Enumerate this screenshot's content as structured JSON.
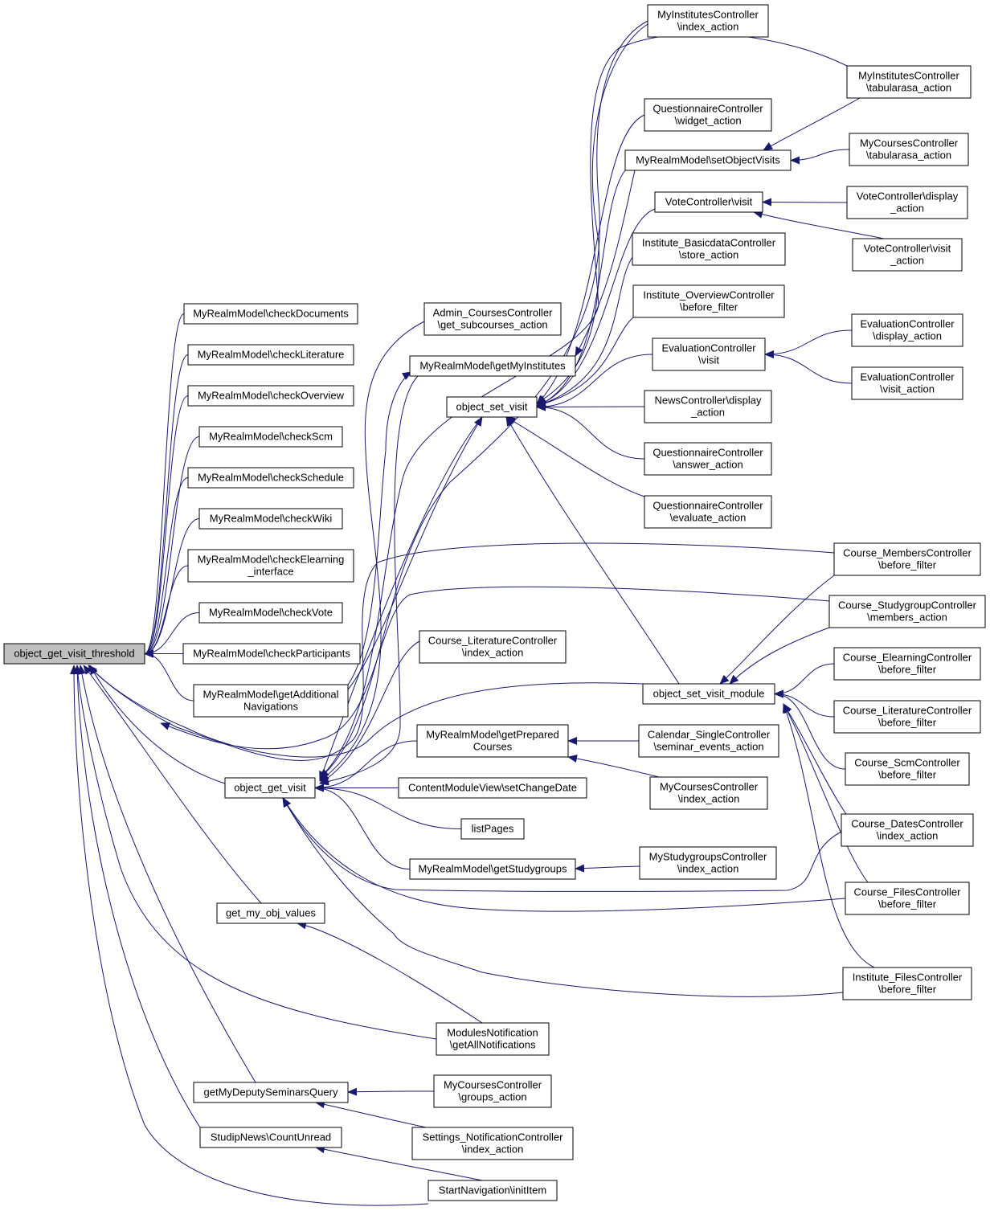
{
  "root": "n0",
  "nodes": [
    {
      "id": "n0",
      "lines": [
        "object_get_visit_threshold"
      ]
    },
    {
      "id": "n1",
      "lines": [
        "MyRealmModel\\checkDocuments"
      ]
    },
    {
      "id": "n2",
      "lines": [
        "MyRealmModel\\checkLiterature"
      ]
    },
    {
      "id": "n3",
      "lines": [
        "MyRealmModel\\checkOverview"
      ]
    },
    {
      "id": "n4",
      "lines": [
        "MyRealmModel\\checkScm"
      ]
    },
    {
      "id": "n5",
      "lines": [
        "MyRealmModel\\checkSchedule"
      ]
    },
    {
      "id": "n6",
      "lines": [
        "MyRealmModel\\checkWiki"
      ]
    },
    {
      "id": "n7",
      "lines": [
        "MyRealmModel\\checkElearning",
        "_interface"
      ]
    },
    {
      "id": "n8",
      "lines": [
        "MyRealmModel\\checkVote"
      ]
    },
    {
      "id": "n9",
      "lines": [
        "MyRealmModel\\checkParticipants"
      ]
    },
    {
      "id": "n10",
      "lines": [
        "MyRealmModel\\getAdditional",
        "Navigations"
      ]
    },
    {
      "id": "n11",
      "lines": [
        "object_get_visit"
      ]
    },
    {
      "id": "n12",
      "lines": [
        "get_my_obj_values"
      ]
    },
    {
      "id": "n13",
      "lines": [
        "getMyDeputySeminarsQuery"
      ]
    },
    {
      "id": "n14",
      "lines": [
        "StudipNews\\CountUnread"
      ]
    },
    {
      "id": "n15",
      "lines": [
        "Admin_CoursesController",
        "\\get_subcourses_action"
      ]
    },
    {
      "id": "n16",
      "lines": [
        "MyRealmModel\\getMyInstitutes"
      ]
    },
    {
      "id": "n17",
      "lines": [
        "object_set_visit"
      ]
    },
    {
      "id": "n18",
      "lines": [
        "Course_LiteratureController",
        "\\index_action"
      ]
    },
    {
      "id": "n19",
      "lines": [
        "MyRealmModel\\getPrepared",
        "Courses"
      ]
    },
    {
      "id": "n20",
      "lines": [
        "ContentModuleView\\setChangeDate"
      ]
    },
    {
      "id": "n21",
      "lines": [
        "listPages"
      ]
    },
    {
      "id": "n22",
      "lines": [
        "MyRealmModel\\getStudygroups"
      ]
    },
    {
      "id": "n23",
      "lines": [
        "ModulesNotification",
        "\\getAllNotifications"
      ]
    },
    {
      "id": "n24",
      "lines": [
        "MyCoursesController",
        "\\groups_action"
      ]
    },
    {
      "id": "n25",
      "lines": [
        "Settings_NotificationController",
        "\\index_action"
      ]
    },
    {
      "id": "n26",
      "lines": [
        "StartNavigation\\initItem"
      ]
    },
    {
      "id": "n27",
      "lines": [
        "MyInstitutesController",
        "\\index_action"
      ]
    },
    {
      "id": "n28",
      "lines": [
        "QuestionnaireController",
        "\\widget_action"
      ]
    },
    {
      "id": "n29",
      "lines": [
        "MyRealmModel\\setObjectVisits"
      ]
    },
    {
      "id": "n30",
      "lines": [
        "VoteController\\visit"
      ]
    },
    {
      "id": "n31",
      "lines": [
        "Institute_BasicdataController",
        "\\store_action"
      ]
    },
    {
      "id": "n32",
      "lines": [
        "Institute_OverviewController",
        "\\before_filter"
      ]
    },
    {
      "id": "n33",
      "lines": [
        "EvaluationController",
        "\\visit"
      ]
    },
    {
      "id": "n34",
      "lines": [
        "NewsController\\display",
        "_action"
      ]
    },
    {
      "id": "n35",
      "lines": [
        "QuestionnaireController",
        "\\answer_action"
      ]
    },
    {
      "id": "n36",
      "lines": [
        "QuestionnaireController",
        "\\evaluate_action"
      ]
    },
    {
      "id": "n37",
      "lines": [
        "object_set_visit_module"
      ]
    },
    {
      "id": "n38",
      "lines": [
        "Calendar_SingleController",
        "\\seminar_events_action"
      ]
    },
    {
      "id": "n39",
      "lines": [
        "MyCoursesController",
        "\\index_action"
      ]
    },
    {
      "id": "n40",
      "lines": [
        "MyStudygroupsController",
        "\\index_action"
      ]
    },
    {
      "id": "n41",
      "lines": [
        "MyInstitutesController",
        "\\tabularasa_action"
      ]
    },
    {
      "id": "n42",
      "lines": [
        "MyCoursesController",
        "\\tabularasa_action"
      ]
    },
    {
      "id": "n43",
      "lines": [
        "VoteController\\display",
        "_action"
      ]
    },
    {
      "id": "n44",
      "lines": [
        "VoteController\\visit",
        "_action"
      ]
    },
    {
      "id": "n45",
      "lines": [
        "EvaluationController",
        "\\display_action"
      ]
    },
    {
      "id": "n46",
      "lines": [
        "EvaluationController",
        "\\visit_action"
      ]
    },
    {
      "id": "n47",
      "lines": [
        "Course_MembersController",
        "\\before_filter"
      ]
    },
    {
      "id": "n48",
      "lines": [
        "Course_StudygroupController",
        "\\members_action"
      ]
    },
    {
      "id": "n49",
      "lines": [
        "Course_ElearningController",
        "\\before_filter"
      ]
    },
    {
      "id": "n50",
      "lines": [
        "Course_LiteratureController",
        "\\before_filter"
      ]
    },
    {
      "id": "n51",
      "lines": [
        "Course_ScmController",
        "\\before_filter"
      ]
    },
    {
      "id": "n52",
      "lines": [
        "Course_DatesController",
        "\\index_action"
      ]
    },
    {
      "id": "n53",
      "lines": [
        "Course_FilesController",
        "\\before_filter"
      ]
    },
    {
      "id": "n54",
      "lines": [
        "Institute_FilesController",
        "\\before_filter"
      ]
    }
  ],
  "edges": [
    [
      "n1",
      "n0"
    ],
    [
      "n2",
      "n0"
    ],
    [
      "n3",
      "n0"
    ],
    [
      "n4",
      "n0"
    ],
    [
      "n5",
      "n0"
    ],
    [
      "n6",
      "n0"
    ],
    [
      "n7",
      "n0"
    ],
    [
      "n8",
      "n0"
    ],
    [
      "n9",
      "n0"
    ],
    [
      "n10",
      "n0"
    ],
    [
      "n11",
      "n0"
    ],
    [
      "n12",
      "n0"
    ],
    [
      "n13",
      "n0"
    ],
    [
      "n14",
      "n0"
    ],
    [
      "n23",
      "n0"
    ],
    [
      "n26",
      "n0"
    ],
    [
      "n37",
      "n0"
    ],
    [
      "n47",
      "n0"
    ],
    [
      "n48",
      "n0"
    ],
    [
      "n15",
      "n11"
    ],
    [
      "n16",
      "n11"
    ],
    [
      "n17",
      "n11"
    ],
    [
      "n18",
      "n11"
    ],
    [
      "n19",
      "n11"
    ],
    [
      "n20",
      "n11"
    ],
    [
      "n21",
      "n11"
    ],
    [
      "n22",
      "n11"
    ],
    [
      "n52",
      "n11"
    ],
    [
      "n53",
      "n11"
    ],
    [
      "n54",
      "n11"
    ],
    [
      "n27",
      "n11"
    ],
    [
      "n41",
      "n11"
    ],
    [
      "n29",
      "n16"
    ],
    [
      "n27",
      "n17"
    ],
    [
      "n28",
      "n17"
    ],
    [
      "n29",
      "n17"
    ],
    [
      "n30",
      "n17"
    ],
    [
      "n31",
      "n17"
    ],
    [
      "n32",
      "n17"
    ],
    [
      "n33",
      "n17"
    ],
    [
      "n34",
      "n17"
    ],
    [
      "n35",
      "n17"
    ],
    [
      "n36",
      "n17"
    ],
    [
      "n37",
      "n17"
    ],
    [
      "n41",
      "n29"
    ],
    [
      "n42",
      "n29"
    ],
    [
      "n43",
      "n30"
    ],
    [
      "n44",
      "n30"
    ],
    [
      "n45",
      "n33"
    ],
    [
      "n46",
      "n33"
    ],
    [
      "n38",
      "n19"
    ],
    [
      "n39",
      "n19"
    ],
    [
      "n40",
      "n22"
    ],
    [
      "n23",
      "n12"
    ],
    [
      "n24",
      "n13"
    ],
    [
      "n25",
      "n13"
    ],
    [
      "n26",
      "n14"
    ],
    [
      "n47",
      "n37"
    ],
    [
      "n48",
      "n37"
    ],
    [
      "n49",
      "n37"
    ],
    [
      "n50",
      "n37"
    ],
    [
      "n51",
      "n37"
    ],
    [
      "n52",
      "n37"
    ],
    [
      "n53",
      "n37"
    ],
    [
      "n54",
      "n37"
    ],
    [
      "n10",
      "n17"
    ],
    [
      "n10",
      "n16"
    ]
  ]
}
